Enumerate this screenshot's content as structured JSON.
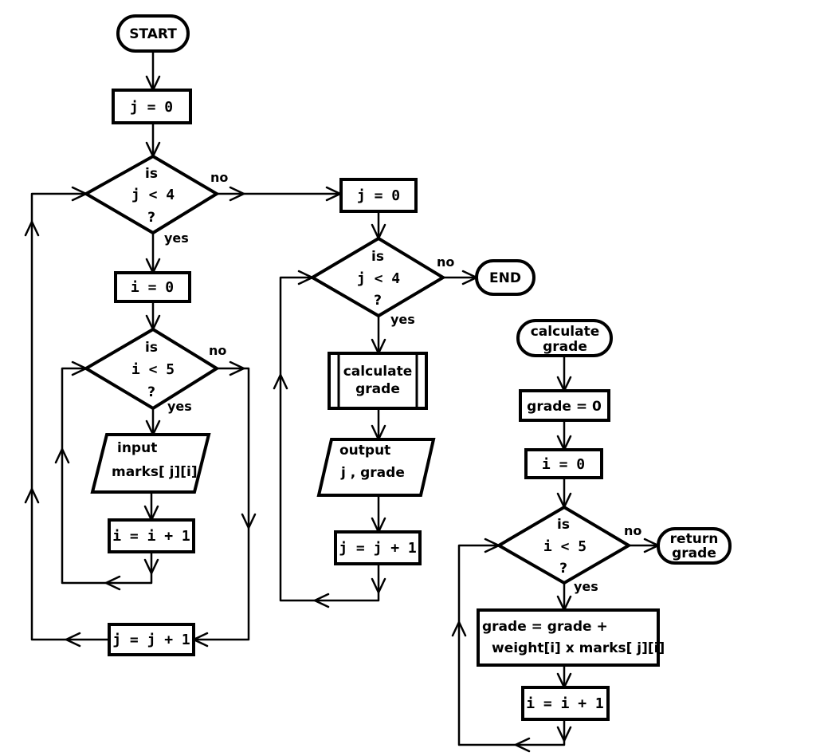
{
  "flow1": {
    "start": "START",
    "init_j": "j = 0",
    "cond_j": {
      "l1": "is",
      "l2": "j < 4",
      "l3": "?"
    },
    "init_i": "i = 0",
    "cond_i": {
      "l1": "is",
      "l2": "i < 5",
      "l3": "?"
    },
    "input": {
      "l1": "input",
      "l2": "marks[ j][i]"
    },
    "inc_i": "i = i + 1",
    "inc_j": "j = j + 1"
  },
  "flow2": {
    "init_j": "j = 0",
    "cond_j": {
      "l1": "is",
      "l2": "j < 4",
      "l3": "?"
    },
    "end": "END",
    "calc": {
      "l1": "calculate",
      "l2": "grade"
    },
    "output": {
      "l1": "output",
      "l2": "j , grade"
    },
    "inc_j": "j = j + 1"
  },
  "flow3": {
    "start": {
      "l1": "calculate",
      "l2": "grade"
    },
    "init_grade": "grade = 0",
    "init_i": "i = 0",
    "cond_i": {
      "l1": "is",
      "l2": "i < 5",
      "l3": "?"
    },
    "ret": {
      "l1": "return",
      "l2": "grade"
    },
    "update": {
      "l1": "grade = grade +",
      "l2": "weight[i] x marks[ j][i]"
    },
    "inc_i": "i = i + 1"
  },
  "labels": {
    "yes": "yes",
    "no": "no"
  }
}
